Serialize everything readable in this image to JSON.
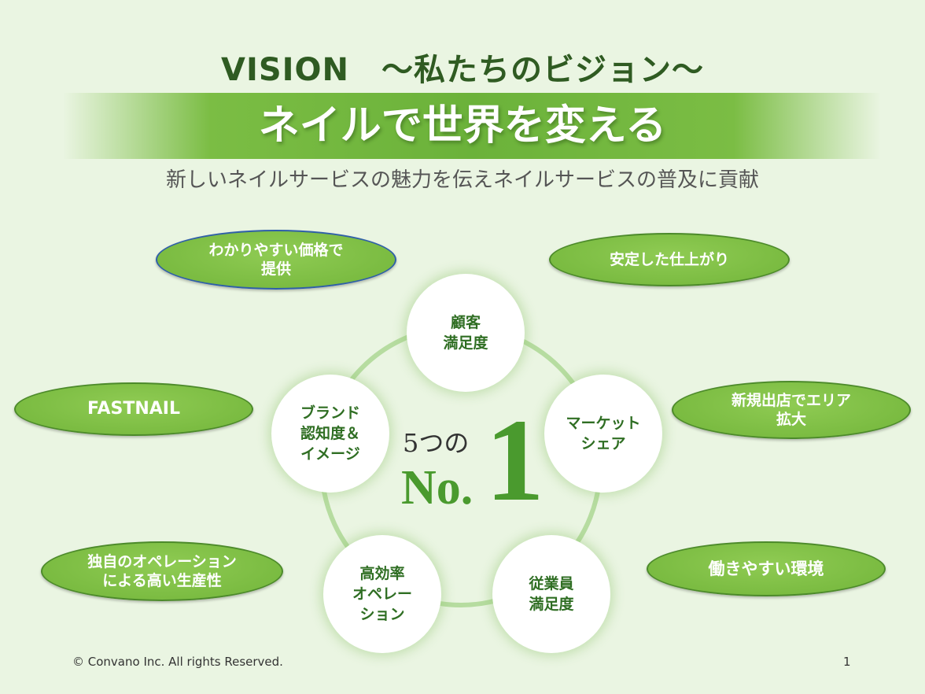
{
  "header": {
    "title": "VISION　～私たちのビジョン～",
    "banner": "ネイルで世界を変える",
    "subtitle": "新しいネイルサービスの魅力を伝えネイルサービスの普及に貢献"
  },
  "ellipses": {
    "price": "わかりやすい価格で\n提供",
    "quality": "安定した仕上がり",
    "brand_name": "FASTNAIL",
    "expansion": "新規出店でエリア\n拡大",
    "operation": "独自のオペレーション\nによる高い生産性",
    "workplace": "働きやすい環境"
  },
  "circles": {
    "customer": "顧客\n満足度",
    "market": "マーケット\nシェア",
    "employee": "従業員\n満足度",
    "efficiency": "高効率\nオペレー\nション",
    "brand": "ブランド\n認知度＆\nイメージ"
  },
  "center": {
    "five": "5つの",
    "no": "No.",
    "one": "1"
  },
  "footer": {
    "copyright": "© Convano Inc. All rights Reserved.",
    "page_number": "1"
  },
  "colors": {
    "title_green": "#2f5b22",
    "accent_green": "#72b53a",
    "circle_text": "#2f6e23",
    "ring": "#b6dca0",
    "background": "#eaf5e2"
  }
}
